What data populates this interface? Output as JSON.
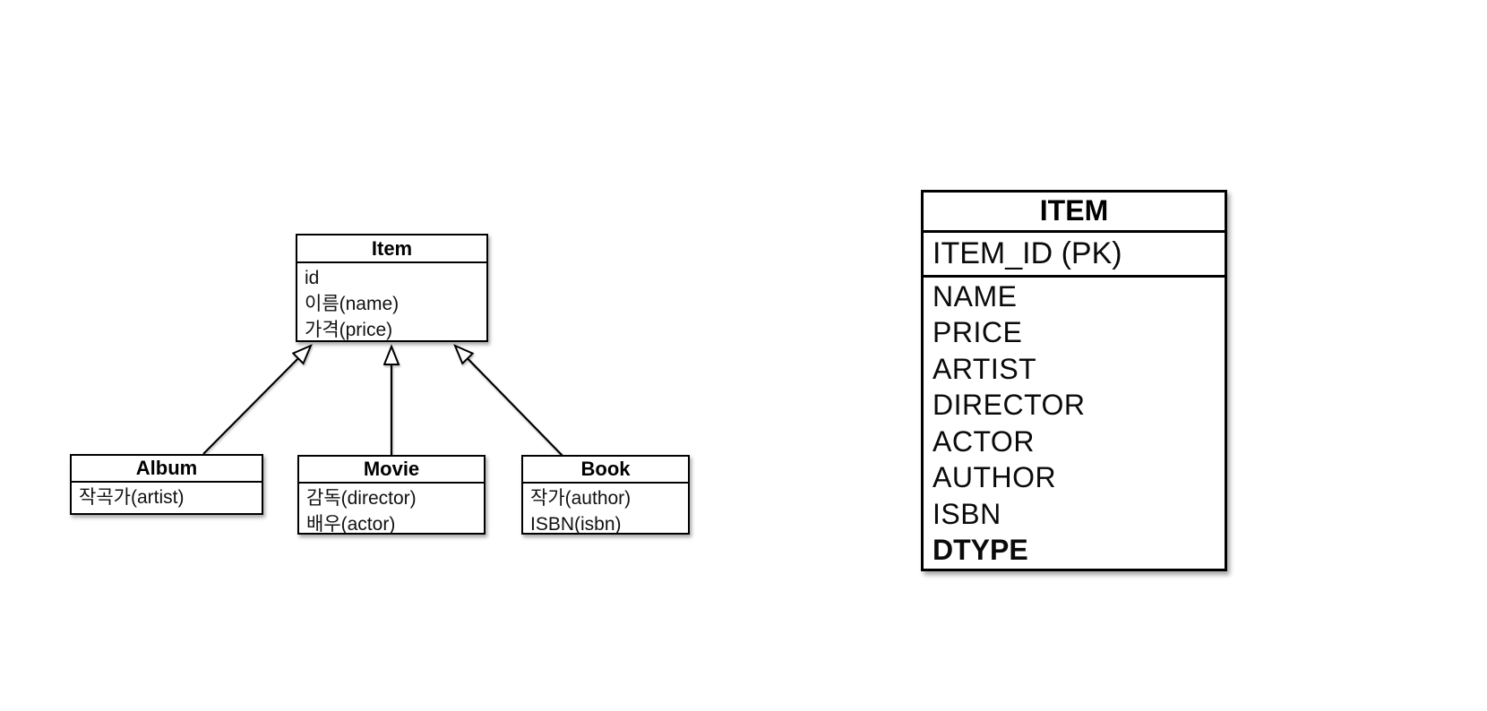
{
  "uml": {
    "classes": [
      {
        "name": "Item",
        "attributes": [
          "id",
          "이름(name)",
          "가격(price)"
        ]
      },
      {
        "name": "Album",
        "attributes": [
          "작곡가(artist)"
        ]
      },
      {
        "name": "Movie",
        "attributes": [
          "감독(director)",
          "배우(actor)"
        ]
      },
      {
        "name": "Book",
        "attributes": [
          "작가(author)",
          "ISBN(isbn)"
        ]
      }
    ],
    "relationships": [
      {
        "from": "Album",
        "to": "Item",
        "type": "generalization"
      },
      {
        "from": "Movie",
        "to": "Item",
        "type": "generalization"
      },
      {
        "from": "Book",
        "to": "Item",
        "type": "generalization"
      }
    ]
  },
  "table": {
    "title": "ITEM",
    "pk_row": "ITEM_ID (PK)",
    "columns": [
      "NAME",
      "PRICE",
      "ARTIST",
      "DIRECTOR",
      "ACTOR",
      "AUTHOR",
      "ISBN",
      "DTYPE"
    ],
    "bold_column": "DTYPE"
  },
  "colors": {
    "line": "#000000",
    "background": "#ffffff",
    "text": "#0a0a0a"
  }
}
